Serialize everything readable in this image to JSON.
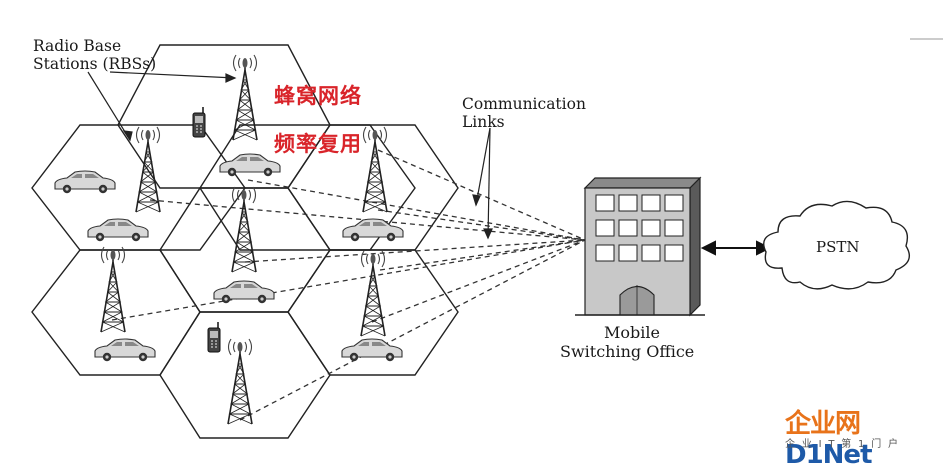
{
  "labels": {
    "rbs_line1": "Radio Base",
    "rbs_line2": "Stations (RBSs)",
    "comm_line1": "Communication",
    "comm_line2": "Links",
    "mso_line1": "Mobile",
    "mso_line2": "Switching Office",
    "pstn": "PSTN"
  },
  "chinese_labels": {
    "cellular_network": "蜂窝网络",
    "frequency_reuse": "频率复用"
  },
  "watermark": {
    "part1": "企业网",
    "part2": "D1Net",
    "tagline": "企业IT第1门户",
    "color_red": "#e8731a",
    "color_blue": "#1e5aa8"
  },
  "colors": {
    "lines": "#2a2a2a",
    "cn_text": "#d9242a",
    "cloud": "#ffffff"
  }
}
